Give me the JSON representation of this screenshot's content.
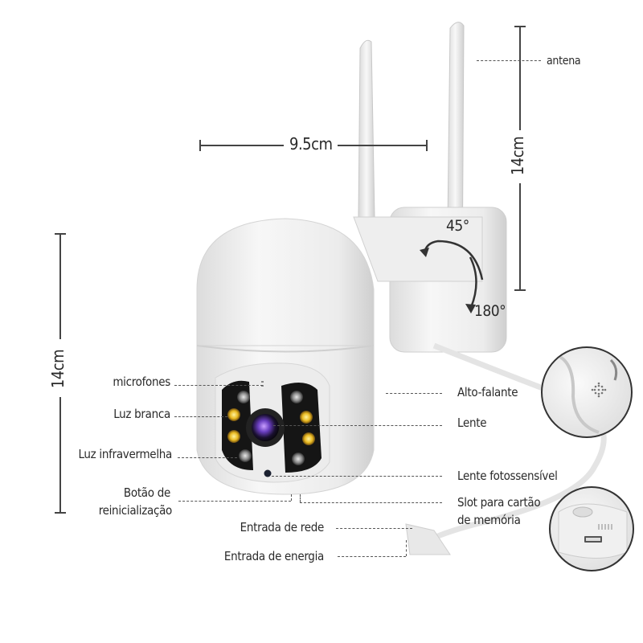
{
  "dimensions": {
    "width": "9.5cm",
    "height_antenna": "14cm",
    "height_body": "14cm"
  },
  "rotation": {
    "tilt": "45°",
    "pan": "180°"
  },
  "labels": {
    "antenna": "antena",
    "microphones": "microfones",
    "white_light": "Luz branca",
    "infrared_light": "Luz infravermelha",
    "reset_button_line1": "Botão de",
    "reset_button_line2": "reinicialização",
    "network_input": "Entrada de rede",
    "power_input": "Entrada de energia",
    "speaker": "Alto-falante",
    "lens": "Lente",
    "photosensitive_lens": "Lente fotossensível",
    "memory_slot_line1": "Slot para cartão",
    "memory_slot_line2": "de memória"
  },
  "colors": {
    "text": "#2a2a2a",
    "camera_body": "#f2f2f2",
    "white_led": "#e8b820",
    "ir_led": "#8a8a8a",
    "lens": "#6a3fc0"
  }
}
